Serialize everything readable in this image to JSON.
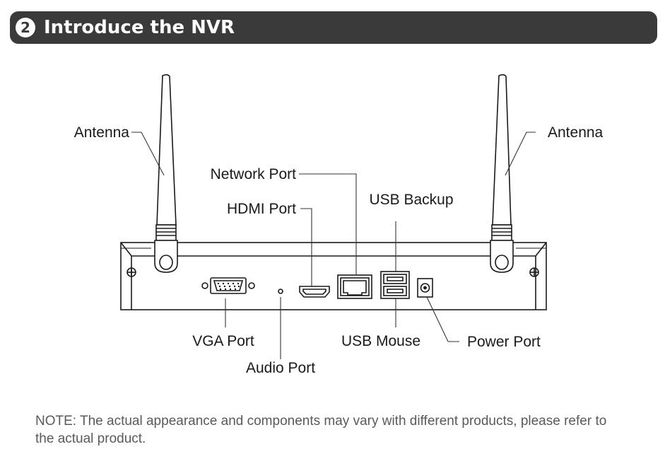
{
  "header": {
    "step": "2",
    "title": "Introduce the NVR"
  },
  "labels": {
    "antenna_left": "Antenna",
    "antenna_right": "Antenna",
    "network_port": "Network Port",
    "hdmi_port": "HDMI Port",
    "usb_backup": "USB Backup",
    "vga_port": "VGA Port",
    "audio_port": "Audio Port",
    "usb_mouse": "USB Mouse",
    "power_port": "Power Port"
  },
  "note": "NOTE: The actual appearance and components may vary with different products, please refer to the actual product."
}
